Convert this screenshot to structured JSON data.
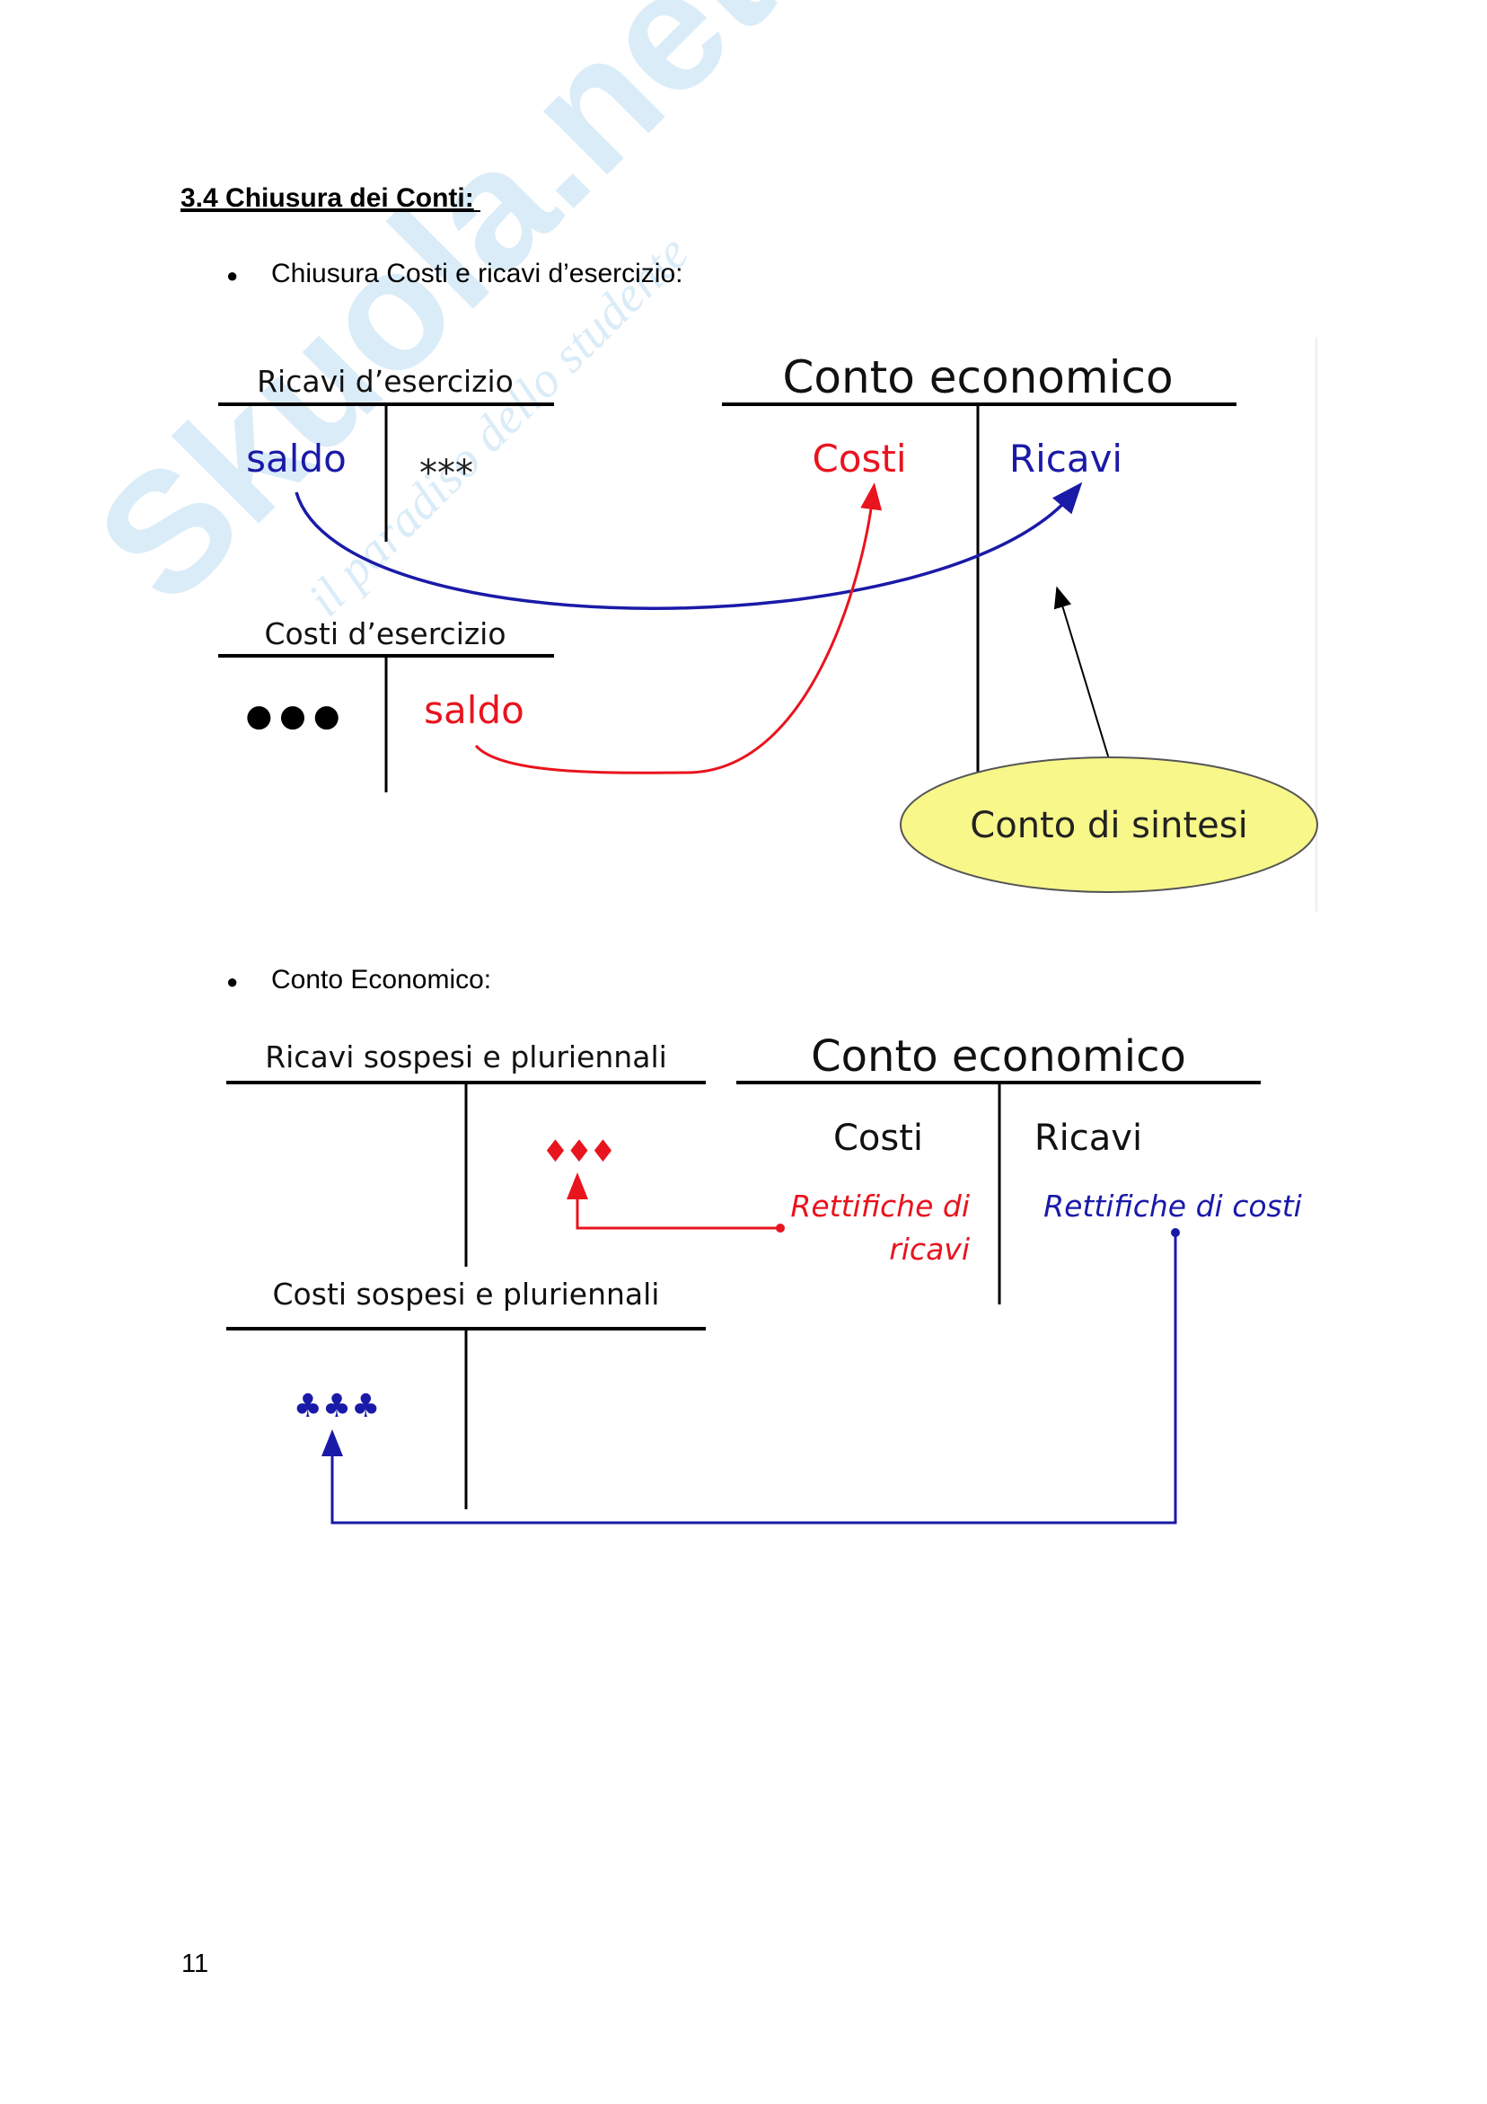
{
  "watermark": {
    "brand": "Skuola.net",
    "tagline": "il paradiso dello studente"
  },
  "heading": "3.4 Chiusura dei Conti:",
  "bullet_symbol": "●",
  "section1": {
    "bullet": "Chiusura Costi e ricavi d’esercizio:",
    "ricavi_account": {
      "title": "Ricavi d’esercizio",
      "left": "saldo",
      "right": "***"
    },
    "costi_account": {
      "title": "Costi d’esercizio",
      "left": "●●●",
      "right": "saldo"
    },
    "conto_economico": {
      "title": "Conto economico",
      "left": "Costi",
      "right": "Ricavi"
    },
    "summary_label": "Conto di sintesi"
  },
  "section2": {
    "bullet": "Conto Economico:",
    "ricavi_sospesi": {
      "title": "Ricavi sospesi e pluriennali",
      "right": "♦♦♦"
    },
    "costi_sospesi": {
      "title": "Costi sospesi e pluriennali",
      "left": "♣♣♣"
    },
    "conto_economico": {
      "title": "Conto economico",
      "left": "Costi",
      "right": "Ricavi",
      "left_note_line1": "Rettifiche di",
      "left_note_line2": "ricavi",
      "right_note": "Rettifiche di costi"
    }
  },
  "page_number": "11",
  "colors": {
    "blue": "#1a1aa8",
    "red": "#e8141e",
    "ellipse_fill": "#f7f78a"
  }
}
